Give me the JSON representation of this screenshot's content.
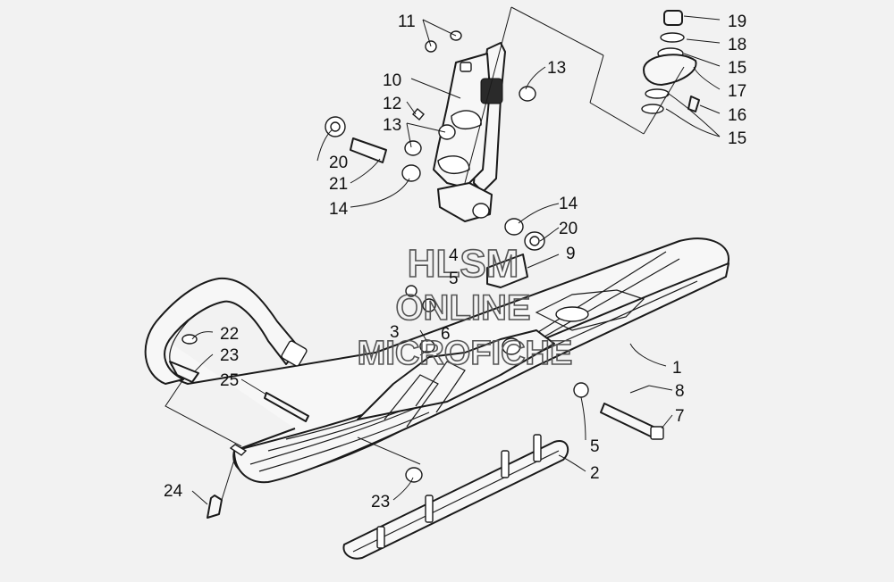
{
  "callouts": [
    {
      "id": "c11",
      "label": "11"
    },
    {
      "id": "c10",
      "label": "10"
    },
    {
      "id": "c12",
      "label": "12"
    },
    {
      "id": "c13a",
      "label": "13"
    },
    {
      "id": "c13b",
      "label": "13"
    },
    {
      "id": "c20a",
      "label": "20"
    },
    {
      "id": "c21",
      "label": "21"
    },
    {
      "id": "c14a",
      "label": "14"
    },
    {
      "id": "c14b",
      "label": "14"
    },
    {
      "id": "c20b",
      "label": "20"
    },
    {
      "id": "c9",
      "label": "9"
    },
    {
      "id": "c4",
      "label": "4"
    },
    {
      "id": "c5a",
      "label": "5"
    },
    {
      "id": "c3",
      "label": "3"
    },
    {
      "id": "c6",
      "label": "6"
    },
    {
      "id": "c19",
      "label": "19"
    },
    {
      "id": "c18",
      "label": "18"
    },
    {
      "id": "c15a",
      "label": "15"
    },
    {
      "id": "c17",
      "label": "17"
    },
    {
      "id": "c16",
      "label": "16"
    },
    {
      "id": "c15b",
      "label": "15"
    },
    {
      "id": "c22",
      "label": "22"
    },
    {
      "id": "c23a",
      "label": "23"
    },
    {
      "id": "c25",
      "label": "25"
    },
    {
      "id": "c1",
      "label": "1"
    },
    {
      "id": "c8",
      "label": "8"
    },
    {
      "id": "c7",
      "label": "7"
    },
    {
      "id": "c5b",
      "label": "5"
    },
    {
      "id": "c2",
      "label": "2"
    },
    {
      "id": "c24",
      "label": "24"
    },
    {
      "id": "c23b",
      "label": "23"
    }
  ],
  "watermark": {
    "line1": "HLSM",
    "line2": "ONLINE",
    "line3": "MICROFICHE"
  }
}
